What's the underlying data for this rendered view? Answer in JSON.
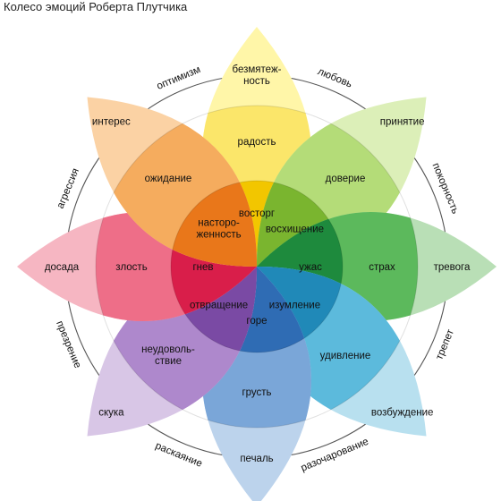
{
  "title": "Колесо эмоций Роберта Плутчика",
  "petals": [
    {
      "color": "#f6d400",
      "light": "#fff6a8",
      "mid": "#fbe66a",
      "inner": "#f2c600",
      "labels": [
        "безмятеж-ность",
        "радость",
        "восторг"
      ]
    },
    {
      "color": "#8cc63f",
      "light": "#dcefb8",
      "mid": "#b4dc78",
      "inner": "#7ab52f",
      "labels": [
        "принятие",
        "доверие",
        "восхищение"
      ]
    },
    {
      "color": "#2e9a4b",
      "light": "#b9dfb6",
      "mid": "#5cb95c",
      "inner": "#1e8a3d",
      "labels": [
        "тревога",
        "страх",
        "ужас"
      ]
    },
    {
      "color": "#2b9bc8",
      "light": "#b8e0ef",
      "mid": "#5cbadc",
      "inner": "#2089b8",
      "labels": [
        "возбуждение",
        "удивление",
        "изумление"
      ]
    },
    {
      "color": "#3f7fc4",
      "light": "#bcd3ec",
      "mid": "#7aa6d8",
      "inner": "#2f6cb4",
      "labels": [
        "печаль",
        "грусть",
        "горе"
      ]
    },
    {
      "color": "#8a5bb0",
      "light": "#d8c6e6",
      "mid": "#ae88cc",
      "inner": "#7a4aa4",
      "labels": [
        "скука",
        "неудоволь-ствие",
        "отвращение"
      ]
    },
    {
      "color": "#e8335a",
      "light": "#f6b6c2",
      "mid": "#ee6e88",
      "inner": "#d91e4a",
      "labels": [
        "досада",
        "злость",
        "гнев"
      ]
    },
    {
      "color": "#f08a24",
      "light": "#fbd2a4",
      "mid": "#f5ac5e",
      "inner": "#e9771a",
      "labels": [
        "интерес",
        "ожидание",
        "насторо-женность"
      ]
    }
  ],
  "dyads": [
    "любовь",
    "покорность",
    "трепет",
    "разочарование",
    "раскаяние",
    "презрение",
    "агрессия",
    "оптимизм"
  ]
}
